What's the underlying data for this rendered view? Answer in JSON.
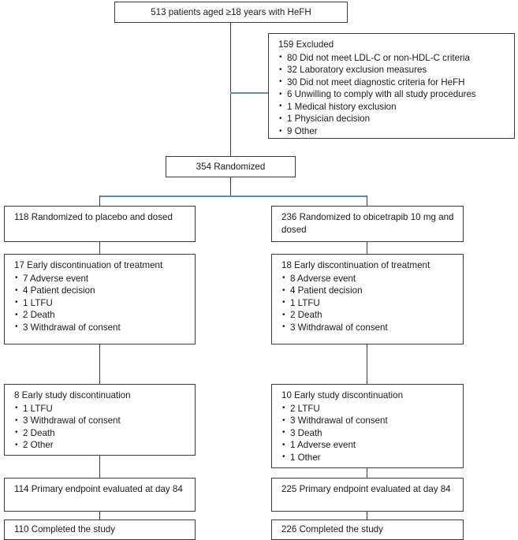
{
  "diagram": {
    "type": "consort-flow-diagram",
    "accent_color": "#5e8cab",
    "border_color": "#3a3a3a",
    "nodes": {
      "enrolled": {
        "text": "513 patients aged ≥18 years with HeFH"
      },
      "excluded": {
        "header": "159 Excluded",
        "items": [
          "80 Did not meet LDL-C or non-HDL-C criteria",
          "32 Laboratory exclusion measures",
          "30 Did not meet diagnostic criteria for HeFH",
          "6 Unwilling to comply with all study procedures",
          "1 Medical history exclusion",
          "1 Physician decision",
          "9 Other"
        ]
      },
      "randomized": {
        "text": "354 Randomized"
      },
      "placebo_assigned": {
        "text": "118 Randomized to placebo and dosed"
      },
      "obicetrapib_assigned": {
        "text": "236 Randomized to obicetrapib 10 mg and dosed"
      },
      "placebo_treatment_disc": {
        "header": "17 Early discontinuation of treatment",
        "items": [
          "7 Adverse event",
          "4 Patient decision",
          "1 LTFU",
          "2 Death",
          "3 Withdrawal of consent"
        ]
      },
      "obicetrapib_treatment_disc": {
        "header": "18 Early discontinuation of treatment",
        "items": [
          "8 Adverse event",
          "4 Patient decision",
          "1 LTFU",
          "2 Death",
          "3 Withdrawal of consent"
        ]
      },
      "placebo_study_disc": {
        "header": "8 Early study discontinuation",
        "items": [
          "1 LTFU",
          "3 Withdrawal of consent",
          "2 Death",
          "2 Other"
        ]
      },
      "obicetrapib_study_disc": {
        "header": "10 Early study discontinuation",
        "items": [
          "2 LTFU",
          "3 Withdrawal of consent",
          "3 Death",
          "1 Adverse event",
          "1 Other"
        ]
      },
      "placebo_primary_endpoint": {
        "text": "114 Primary endpoint evaluated at day 84"
      },
      "obicetrapib_primary_endpoint": {
        "text": "225 Primary endpoint evaluated at day 84"
      },
      "placebo_completed": {
        "text": "110 Completed the study"
      },
      "obicetrapib_completed": {
        "text": "226 Completed the study"
      }
    }
  },
  "chart_data": {
    "type": "diagram",
    "title": "CONSORT patient disposition flow",
    "arms": [
      {
        "name": "Placebo",
        "randomized_and_dosed": 118,
        "early_treatment_discontinuation": 17,
        "early_treatment_discontinuation_reasons": {
          "Adverse event": 7,
          "Patient decision": 4,
          "LTFU": 1,
          "Death": 2,
          "Withdrawal of consent": 3
        },
        "early_study_discontinuation": 8,
        "early_study_discontinuation_reasons": {
          "LTFU": 1,
          "Withdrawal of consent": 3,
          "Death": 2,
          "Other": 2
        },
        "primary_endpoint_evaluated_day_84": 114,
        "completed_study": 110
      },
      {
        "name": "Obicetrapib 10 mg",
        "randomized_and_dosed": 236,
        "early_treatment_discontinuation": 18,
        "early_treatment_discontinuation_reasons": {
          "Adverse event": 8,
          "Patient decision": 4,
          "LTFU": 1,
          "Death": 2,
          "Withdrawal of consent": 3
        },
        "early_study_discontinuation": 10,
        "early_study_discontinuation_reasons": {
          "LTFU": 2,
          "Withdrawal of consent": 3,
          "Death": 3,
          "Adverse event": 1,
          "Other": 1
        },
        "primary_endpoint_evaluated_day_84": 225,
        "completed_study": 226
      }
    ],
    "screened": 513,
    "excluded": 159,
    "excluded_reasons": {
      "Did not meet LDL-C or non-HDL-C criteria": 80,
      "Laboratory exclusion measures": 32,
      "Did not meet diagnostic criteria for HeFH": 30,
      "Unwilling to comply with all study procedures": 6,
      "Medical history exclusion": 1,
      "Physician decision": 1,
      "Other": 9
    },
    "randomized": 354
  }
}
